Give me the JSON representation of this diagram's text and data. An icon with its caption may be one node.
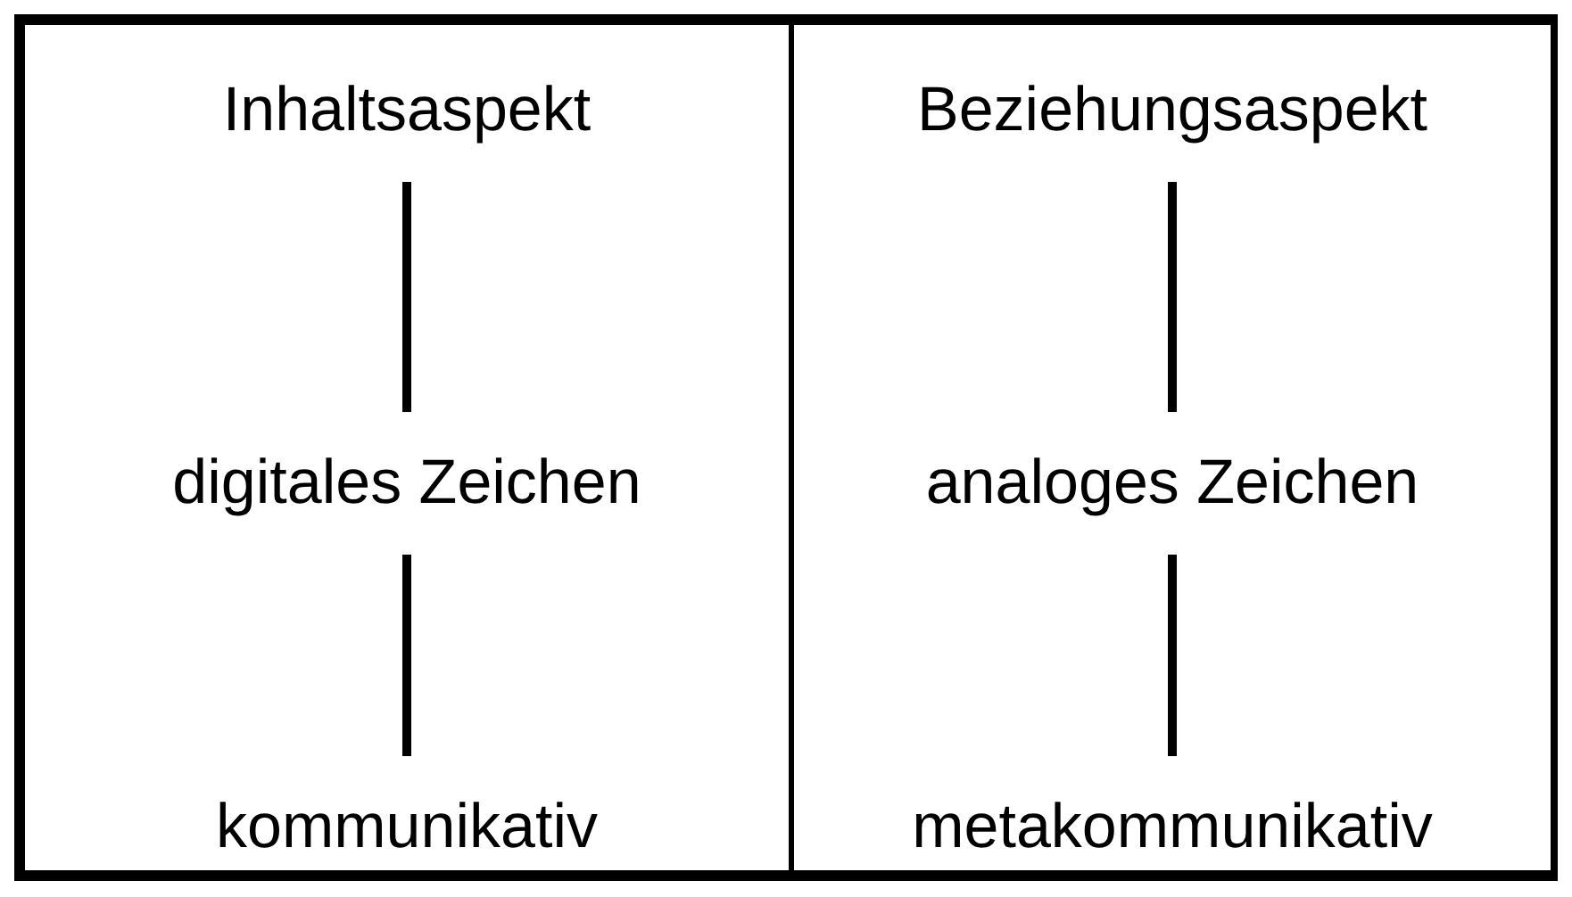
{
  "diagram": {
    "nodes": [
      {
        "text": [],
        "shape": "box"
      },
      {
        "text": [
          "Inhaltsaspekt"
        ],
        "in": 0
      },
      {
        "text": [
          "digitales Zeichen"
        ],
        "in": 0
      },
      {
        "text": [
          "kommunikativ"
        ],
        "in": 0
      },
      {
        "text": [],
        "shape": "box"
      },
      {
        "text": [
          "Beziehungsaspekt"
        ],
        "in": 4
      },
      {
        "text": [
          "analoges Zeichen"
        ],
        "in": 4
      },
      {
        "text": [
          "metakommunikativ"
        ],
        "in": 4
      }
    ],
    "edges": [
      {
        "from": 1,
        "to": 2,
        "arrow": "none"
      },
      {
        "from": 2,
        "to": 3,
        "arrow": "none"
      },
      {
        "from": 5,
        "to": 6,
        "arrow": "none"
      },
      {
        "from": 6,
        "to": 7,
        "arrow": "none"
      }
    ]
  }
}
